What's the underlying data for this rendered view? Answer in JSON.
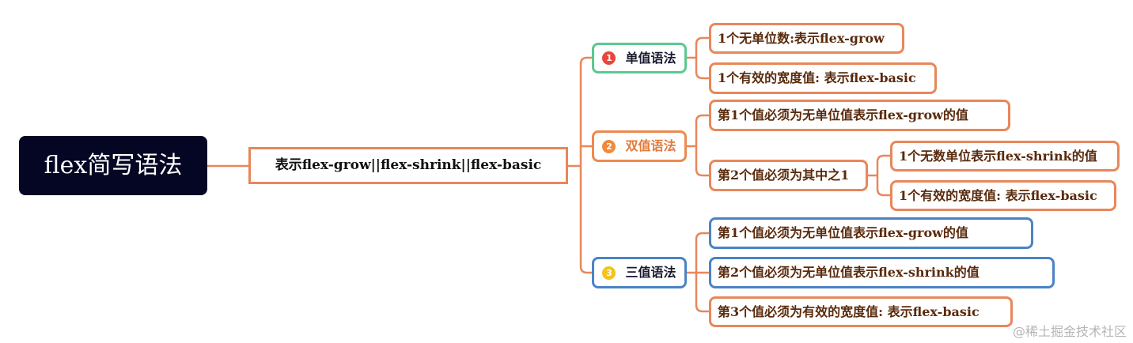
{
  "root": {
    "label": "flex简写语法"
  },
  "summary": {
    "label": "表示flex-grow||flex-shrink||flex-basic"
  },
  "branches": [
    {
      "badge": "1",
      "badge_color": "#e8453c",
      "label": "单值语法",
      "border_color": "#5bc890",
      "children": [
        {
          "label": "1个无单位数:表示flex-grow"
        },
        {
          "label": "1个有效的宽度值: 表示flex-basic"
        }
      ]
    },
    {
      "badge": "2",
      "badge_color": "#f08a3c",
      "label": "双值语法",
      "border_color": "#ec8a50",
      "children": [
        {
          "label": "第1个值必须为无单位值表示flex-grow的值"
        },
        {
          "label": "第2个值必须为其中之1",
          "children": [
            {
              "label": "1个无数单位表示flex-shrink的值"
            },
            {
              "label": "1个有效的宽度值: 表示flex-basic"
            }
          ]
        }
      ]
    },
    {
      "badge": "3",
      "badge_color": "#f2c41a",
      "label": "三值语法",
      "border_color": "#4b83c6",
      "children": [
        {
          "label": "第1个值必须为无单位值表示flex-grow的值"
        },
        {
          "label": "第2个值必须为无单位值表示flex-shrink的值"
        },
        {
          "label": "第3个值必须为有效的宽度值: 表示flex-basic"
        }
      ]
    }
  ],
  "colors": {
    "connector": "#e8875a",
    "root_bg": "#050524"
  },
  "watermark": "@稀土掘金技术社区"
}
